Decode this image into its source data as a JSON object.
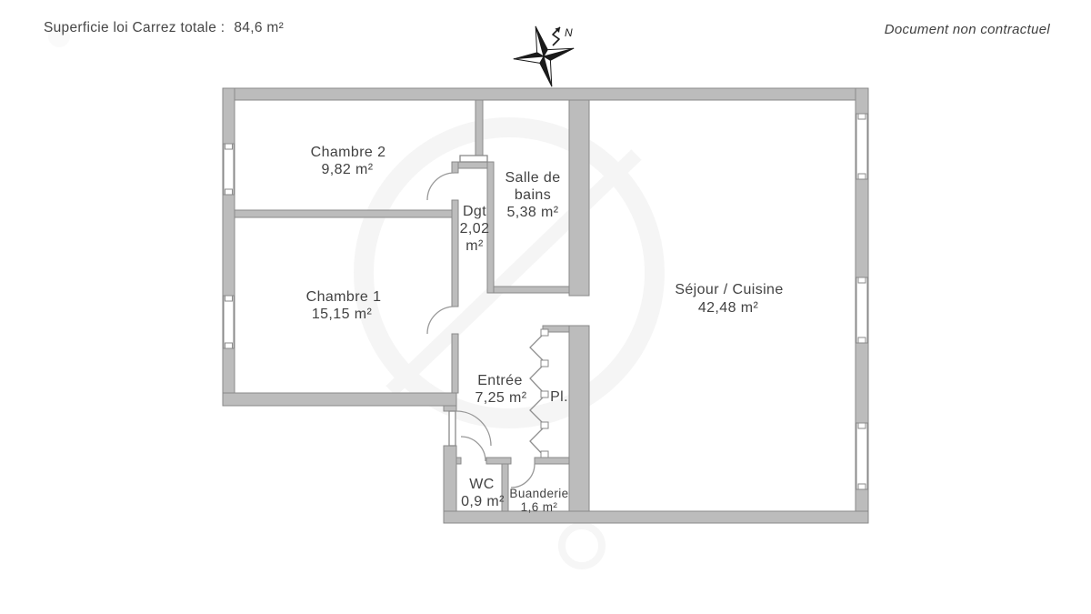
{
  "header": {
    "left_label": "Superficie loi Carrez totale :",
    "total_area": "84,6 m²",
    "right_note": "Document non contractuel",
    "compass_label": "N"
  },
  "rooms": {
    "chambre2": {
      "name": "Chambre 2",
      "area": "9,82 m²"
    },
    "salle_de_bains": {
      "name_line1": "Salle de",
      "name_line2": "bains",
      "area": "5,38 m²"
    },
    "dgt": {
      "name": "Dgt",
      "area_line1": "2,02",
      "area_line2": "m²"
    },
    "chambre1": {
      "name": "Chambre 1",
      "area": "15,15 m²"
    },
    "sejour_cuisine": {
      "name": "Séjour / Cuisine",
      "area": "42,48 m²"
    },
    "entree": {
      "name": "Entrée",
      "area": "7,25 m²"
    },
    "placard": {
      "name": "Pl."
    },
    "wc": {
      "name": "WC",
      "area": "0,9 m²"
    },
    "buanderie": {
      "name": "Buanderie",
      "area": "1,6 m²"
    }
  },
  "colors": {
    "wall_fill": "#bcbcbc",
    "wall_stroke": "#8a8a8a",
    "text": "#424242"
  }
}
